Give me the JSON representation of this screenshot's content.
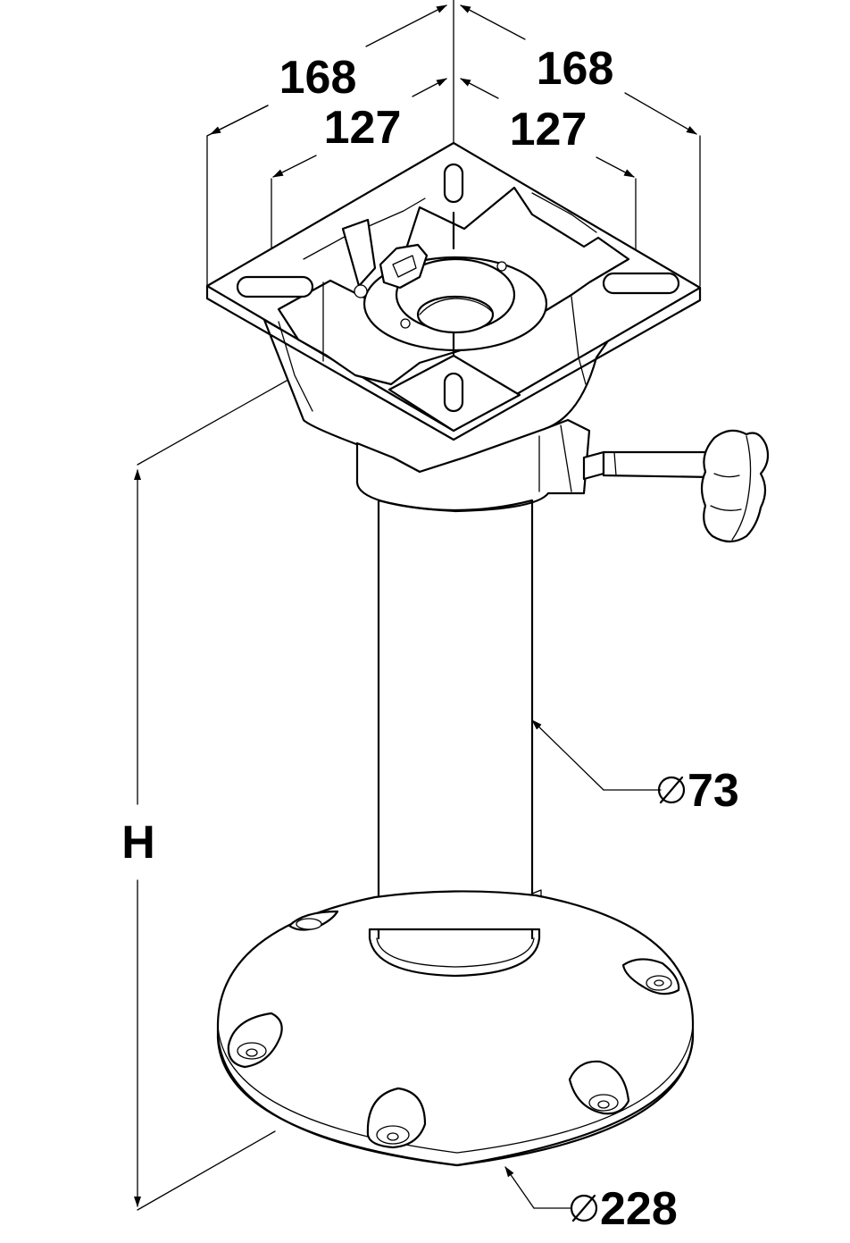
{
  "dimensions": {
    "outer_width_left": "168",
    "outer_width_right": "168",
    "hole_spacing_left": "127",
    "hole_spacing_right": "127",
    "height": "H",
    "tube_diameter": "73",
    "base_diameter": "228"
  },
  "symbols": {
    "diameter": "diameter-symbol"
  }
}
